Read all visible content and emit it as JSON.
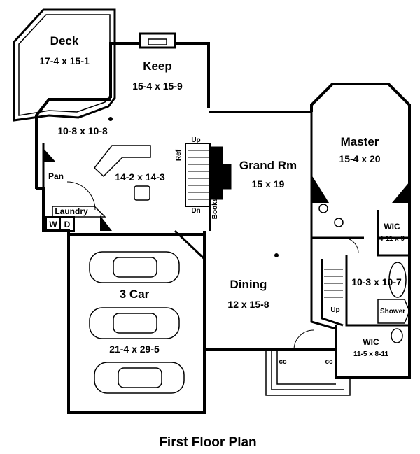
{
  "title": "First Floor Plan",
  "rooms": {
    "deck": {
      "name": "Deck",
      "dims": "17-4 x 15-1"
    },
    "keep": {
      "name": "Keep",
      "dims": "15-4 x 15-9"
    },
    "breakfast": {
      "dims": "10-8 x 10-8"
    },
    "kitchen": {
      "dims": "14-2 x 14-3"
    },
    "grand": {
      "name": "Grand Rm",
      "dims": "15 x 19"
    },
    "master": {
      "name": "Master",
      "dims": "15-4 x 20"
    },
    "wic1": {
      "name": "WIC",
      "dims": "4-11 x 9"
    },
    "bath": {
      "dims": "10-3 x 10-7"
    },
    "shower": {
      "name": "Shower"
    },
    "wic2": {
      "name": "WIC",
      "dims": "11-5 x 8-11"
    },
    "dining": {
      "name": "Dining",
      "dims": "12 x 15-8"
    },
    "garage": {
      "name": "3 Car",
      "dims": "21-4 x 29-5"
    },
    "pantry": {
      "name": "Pan"
    },
    "laundry": {
      "name": "Laundry"
    }
  },
  "fixtures": {
    "washer": "W",
    "dryer": "D",
    "ref": "Ref",
    "books": "Books",
    "up1": "Up",
    "dn1": "Dn",
    "up2": "Up",
    "cc1": "cc",
    "cc2": "cc"
  }
}
